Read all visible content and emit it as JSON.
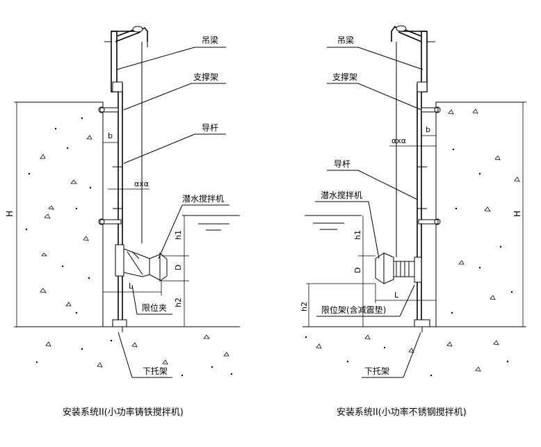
{
  "left": {
    "labels": {
      "beam": "吊梁",
      "support": "支撑架",
      "guide": "导杆",
      "mixer": "潜水搅拌机",
      "stop": "限位夹",
      "bracket": "下托架"
    },
    "dims": {
      "H": "H",
      "b": "b",
      "axa": "αxα",
      "h1": "h1",
      "D": "D",
      "L": "L",
      "h2": "h2"
    },
    "caption": "安装系统II(小功率铸铁搅拌机)"
  },
  "right": {
    "labels": {
      "beam": "吊梁",
      "support": "支撑架",
      "guide": "导杆",
      "mixer": "潜水搅拌机",
      "stop": "限位架(含减震垫)",
      "bracket": "下托架"
    },
    "dims": {
      "H": "H",
      "b": "b",
      "axa": "αxα",
      "h1": "h1",
      "D": "D",
      "L": "L",
      "h2": "h2"
    },
    "caption": "安装系统II(小功率不锈钢搅拌机)"
  }
}
